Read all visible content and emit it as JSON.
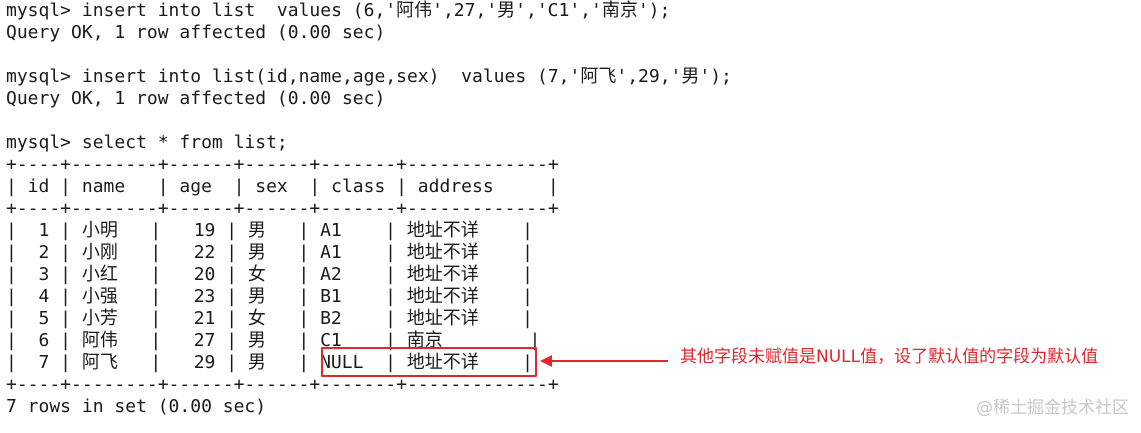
{
  "terminal": {
    "lines": [
      "mysql> insert into list  values (6,'阿伟',27,'男','C1','南京');",
      "Query OK, 1 row affected (0.00 sec)",
      "",
      "mysql> insert into list(id,name,age,sex)  values (7,'阿飞',29,'男');",
      "Query OK, 1 row affected (0.00 sec)",
      "",
      "mysql> select * from list;",
      "+----+--------+------+------+-------+-------------+",
      "| id | name   | age  | sex  | class | address     |",
      "+----+--------+------+------+-------+-------------+",
      "|  1 | 小明   |   19 | 男   | A1    | 地址不详    |",
      "|  2 | 小刚   |   22 | 男   | A1    | 地址不详    |",
      "|  3 | 小红   |   20 | 女   | A2    | 地址不详    |",
      "|  4 | 小强   |   23 | 男   | B1    | 地址不详    |",
      "|  5 | 小芳   |   21 | 女   | B2    | 地址不详    |",
      "|  6 | 阿伟   |   27 | 男   | C1    | 南京        |",
      "|  7 | 阿飞   |   29 | 男   | NULL  | 地址不详    |",
      "+----+--------+------+------+-------+-------------+",
      "7 rows in set (0.00 sec)"
    ]
  },
  "annotation": {
    "text": "其他字段未赋值是NULL值，设了默认值的字段为默认值",
    "color": "#e0282e"
  },
  "watermark": {
    "text": "@稀土掘金技术社区"
  }
}
